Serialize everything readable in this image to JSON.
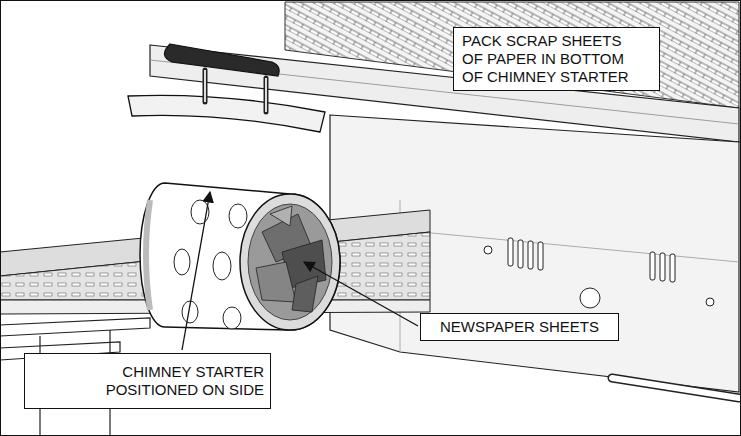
{
  "diagram": {
    "nodes": [
      {
        "text": [
          "PACK SCRAP SHEETS OF PAPER IN BOTTOM OF CHIMNEY STARTER"
        ]
      },
      {
        "text": [
          "NEWSPAPER SHEETS"
        ]
      },
      {
        "text": [
          "CHIMNEY STARTER POSITIONED ON SIDE"
        ]
      }
    ]
  }
}
